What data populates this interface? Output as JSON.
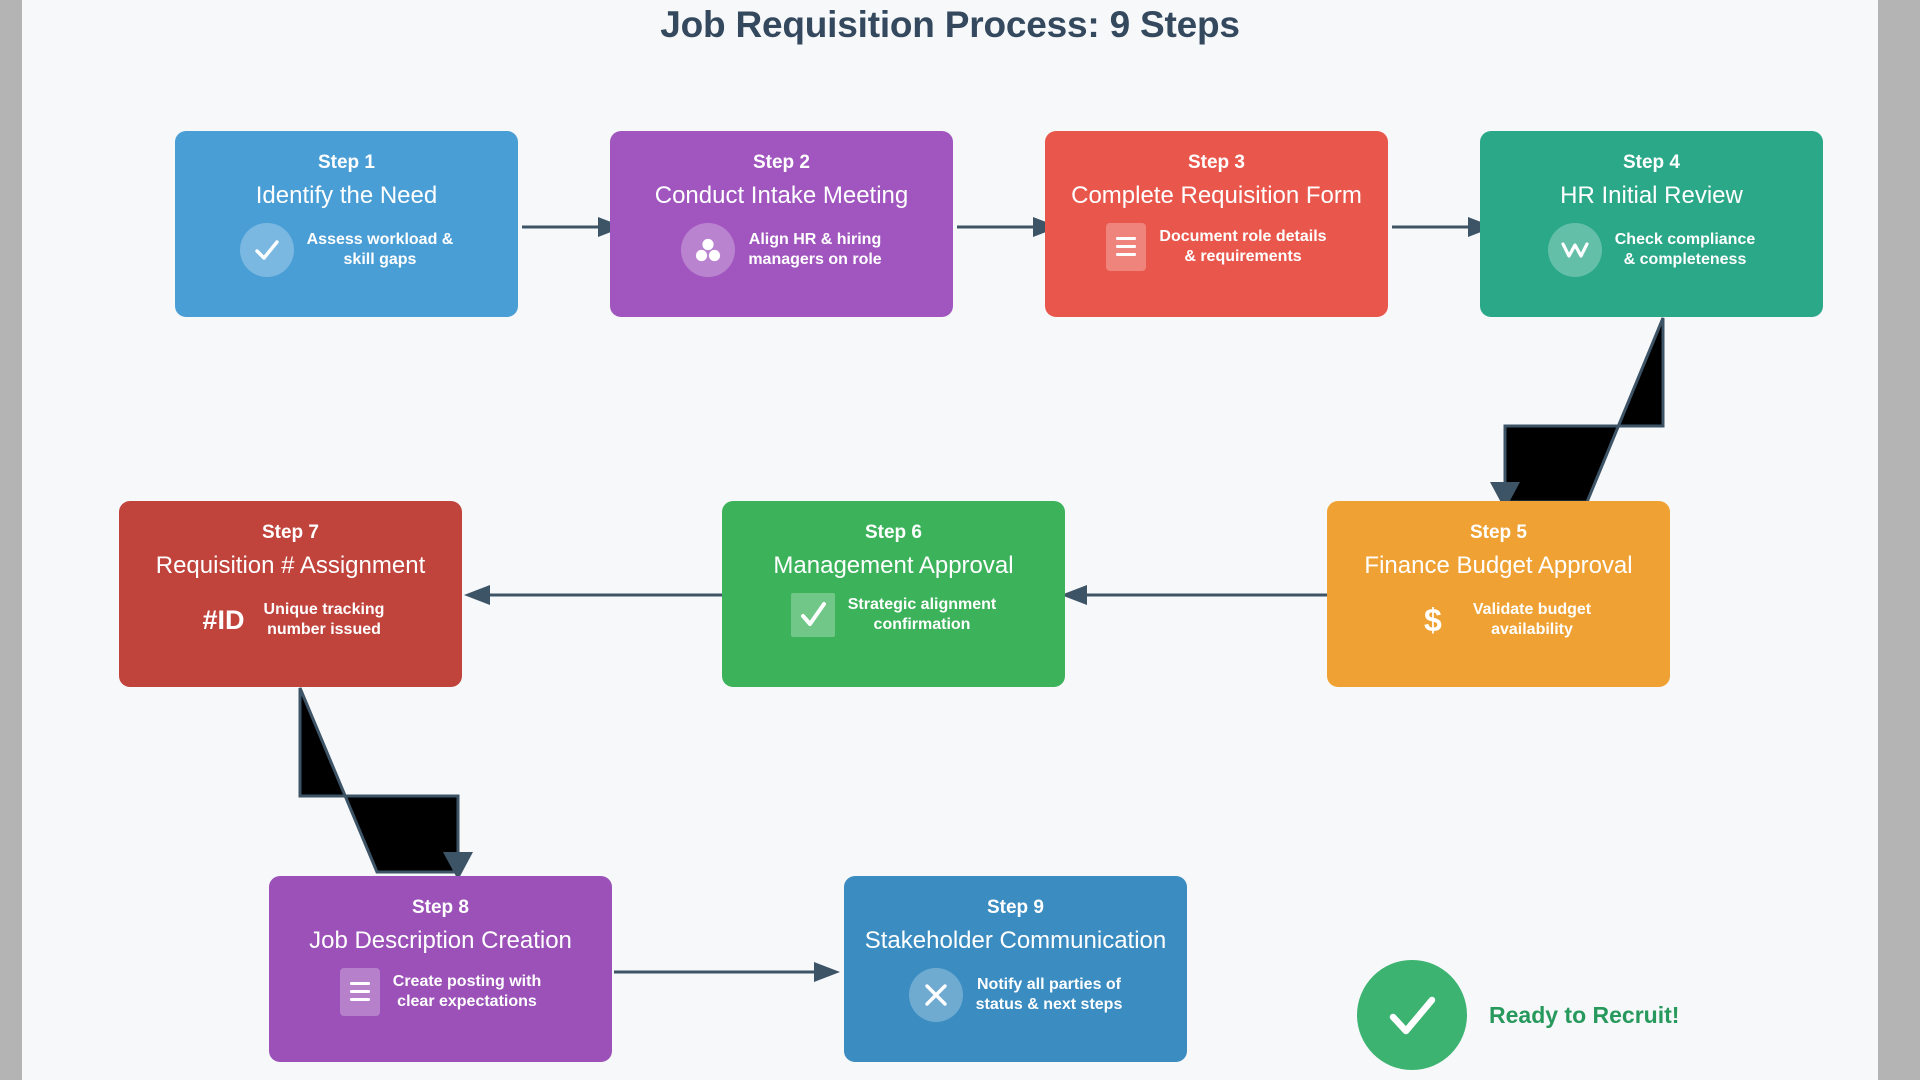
{
  "page": {
    "title": "Job Requisition Process: 9 Steps",
    "background_color": "#f6f8fa",
    "title_color": "#34495e",
    "frame_color": "#b4b4b4",
    "connector_color": "#3d5366"
  },
  "steps": [
    {
      "number": "Step 1",
      "title": "Identify the Need",
      "description": "Assess workload &\nskill gaps",
      "color": "#4a9ed6",
      "icon": "check-circle-icon",
      "icon_shape": "circle"
    },
    {
      "number": "Step 2",
      "title": "Conduct Intake Meeting",
      "description": "Align HR & hiring\nmanagers on role",
      "color": "#a156bf",
      "icon": "people-group-icon",
      "icon_shape": "circle"
    },
    {
      "number": "Step 3",
      "title": "Complete Requisition Form",
      "description": "Document role details\n& requirements",
      "color": "#e9574c",
      "icon": "document-lines-icon",
      "icon_shape": "square"
    },
    {
      "number": "Step 4",
      "title": "HR Initial Review",
      "description": "Check compliance\n& completeness",
      "color": "#2aa888",
      "icon": "pulse-zigzag-icon",
      "icon_shape": "circle"
    },
    {
      "number": "Step 5",
      "title": "Finance Budget Approval",
      "description": "Validate budget\navailability",
      "color": "#efa233",
      "icon": "dollar-sign-icon",
      "icon_shape": "plain"
    },
    {
      "number": "Step 6",
      "title": "Management Approval",
      "description": "Strategic alignment\nconfirmation",
      "color": "#3cb35b",
      "icon": "checkbox-check-icon",
      "icon_shape": "square"
    },
    {
      "number": "Step 7",
      "title": "Requisition # Assignment",
      "description": "Unique tracking\nnumber issued",
      "color": "#c0433c",
      "icon": "id-hash-icon",
      "icon_shape": "plain",
      "icon_text": "#ID"
    },
    {
      "number": "Step 8",
      "title": "Job Description Creation",
      "description": "Create posting with\nclear expectations",
      "color": "#9b51b8",
      "icon": "document-lines-icon",
      "icon_shape": "square"
    },
    {
      "number": "Step 9",
      "title": "Stakeholder Communication",
      "description": "Notify all parties of\nstatus & next steps",
      "color": "#3a8cc1",
      "icon": "broadcast-cross-icon",
      "icon_shape": "circle"
    }
  ],
  "footer": {
    "label": "Ready to Recruit!",
    "icon": "check-circle-icon",
    "circle_color": "#3cb371",
    "label_color": "#27995c"
  }
}
